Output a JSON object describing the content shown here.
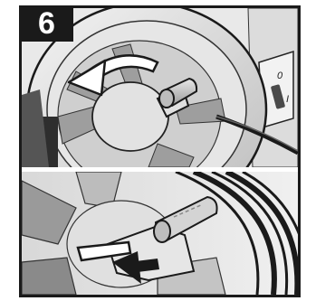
{
  "step": {
    "number": "6"
  },
  "switch": {
    "mark_top": "0",
    "mark_bottom": "I"
  },
  "colors": {
    "dark": "#1a1a1a",
    "mid": "#8c8c8c",
    "light": "#d6d6d6",
    "background": "#ffffff"
  }
}
